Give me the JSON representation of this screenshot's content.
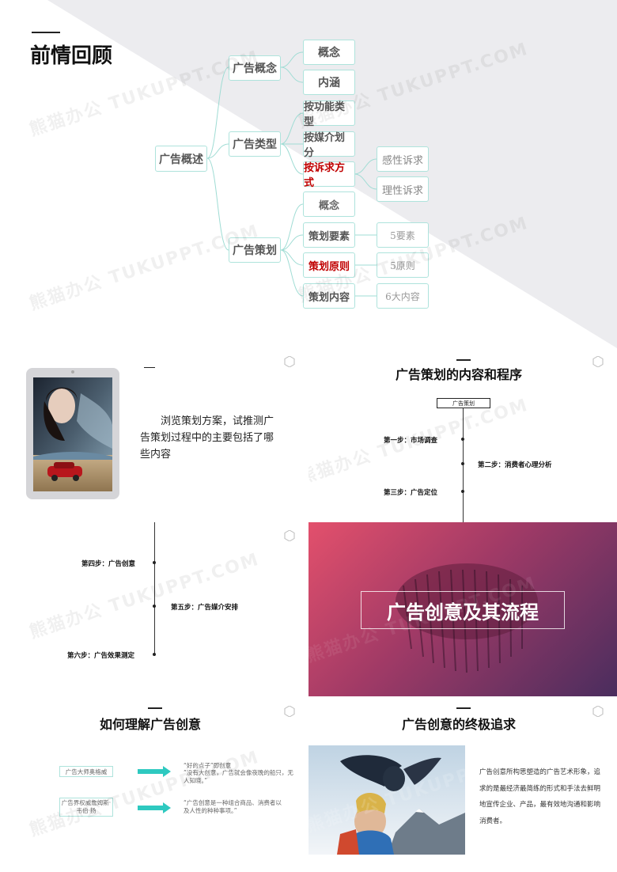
{
  "watermark": "熊猫办公 TUKUPPT.COM",
  "slide1": {
    "title": "前情回顾",
    "root": "广告概述",
    "branches": [
      {
        "label": "广告概念",
        "children": [
          "概念",
          "内涵"
        ]
      },
      {
        "label": "广告类型",
        "children": [
          "按功能类型",
          "按媒介划分",
          "按诉求方式"
        ],
        "sub": [
          "感性诉求",
          "理性诉求"
        ]
      },
      {
        "label": "广告策划",
        "children": [
          "概念",
          "策划要素",
          "策划原则",
          "策划内容"
        ],
        "sub": [
          "5要素",
          "5原则",
          "6大内容"
        ]
      }
    ]
  },
  "slide2": {
    "body": "浏览策划方案，试推测广告策划过程中的主要包括了哪些内容"
  },
  "slide3": {
    "title": "广告策划的内容和程序",
    "box": "广告策划",
    "steps": [
      "第一步：市场调查",
      "第二步：消费者心理分析",
      "第三步：广告定位"
    ]
  },
  "slide4": {
    "steps": [
      "第四步：广告创意",
      "第五步：广告媒介安排",
      "第六步：广告效果测定"
    ]
  },
  "slide5": {
    "title": "广告创意及其流程"
  },
  "slide6": {
    "title": "如何理解广告创意",
    "rows": [
      {
        "who": "广告大师奥格威",
        "quote_a": "“好的点子”即创意",
        "quote_b": "”没有大创意，广告就会像夜晚的船只，无人知晓。”"
      },
      {
        "who": "广告界权威詹姆斯·韦伯·扬",
        "quote_a": "“广告创意是一种组合商品、消费者以及人性的种种事项。”",
        "quote_b": ""
      }
    ]
  },
  "slide7": {
    "title": "广告创意的终极追求",
    "body": "广告创意所构思塑造的广告艺术形象，追求的是最经济最简练的形式和手法去鲜明地宣传企业、产品，最有效地沟通和影响消费者。"
  },
  "colors": {
    "node_border": "#aee3dc",
    "red": "#c00000",
    "teal_arrow": "#2ec9c0",
    "gradient_start": "#e3506c",
    "gradient_end": "#4a2d5e"
  }
}
